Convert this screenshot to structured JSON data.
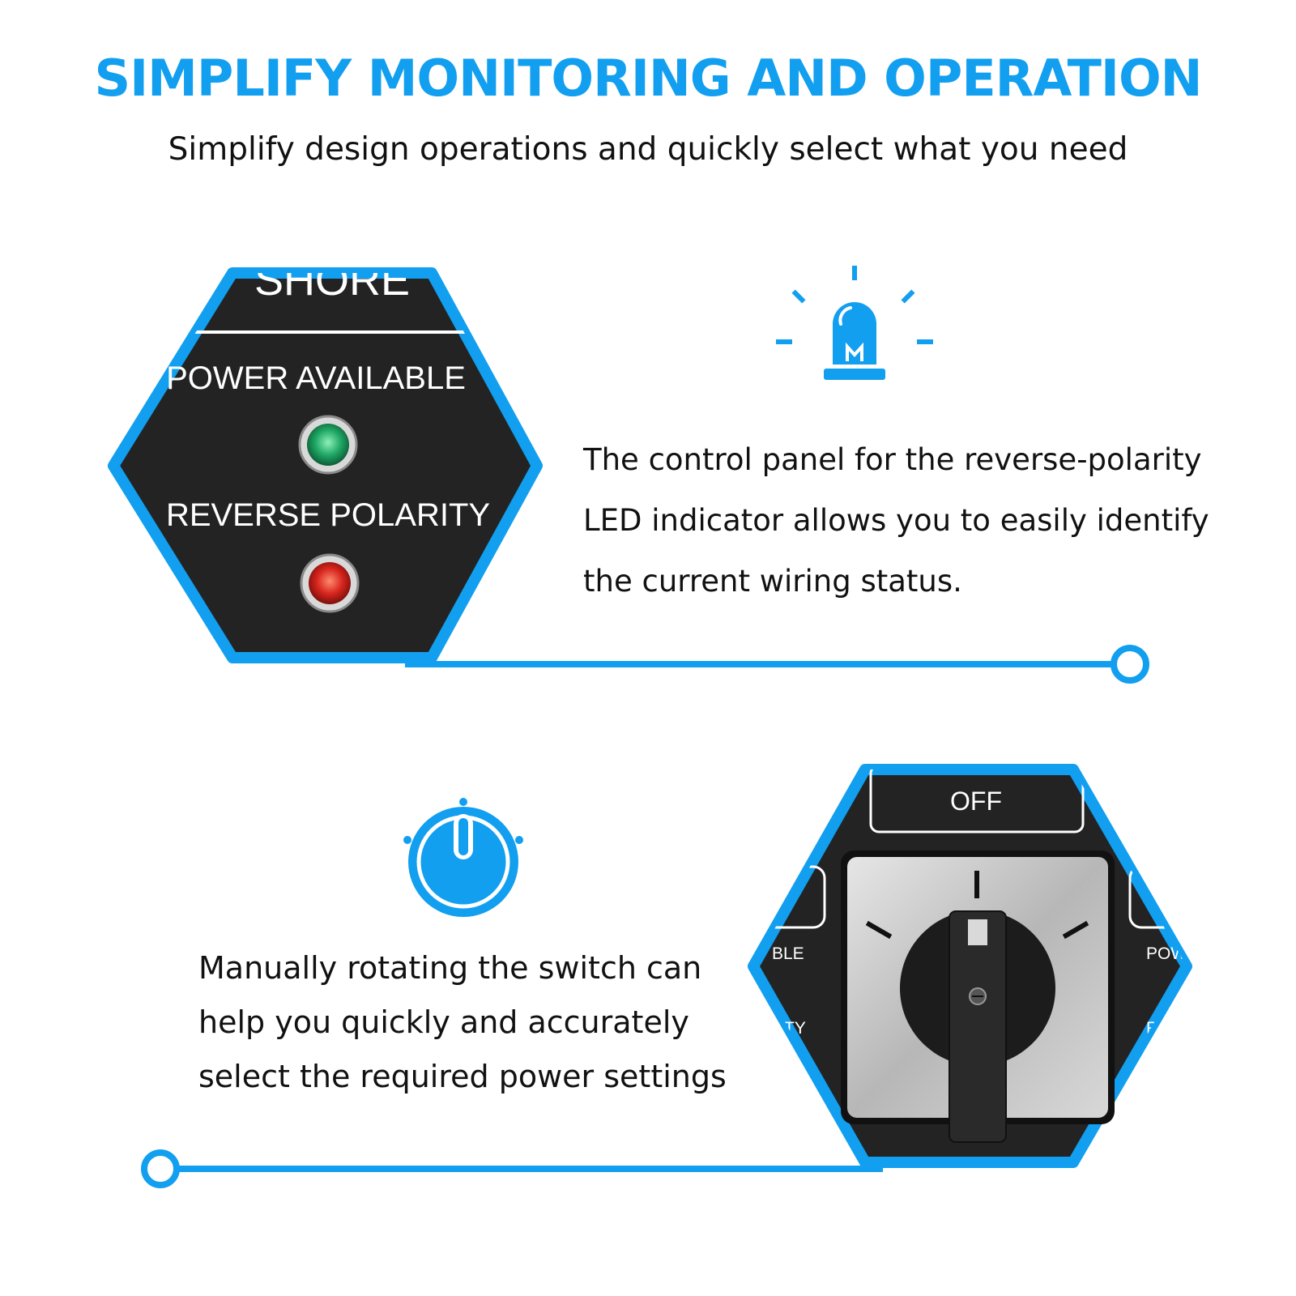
{
  "header": {
    "title": "SIMPLIFY MONITORING AND OPERATION",
    "subtitle": "Simplify design operations and quickly select what you need"
  },
  "panel1": {
    "top_label": "SHORE",
    "indicator1_label": "POWER AVAILABLE",
    "indicator2_label": "REVERSE POLARITY",
    "description_lines": [
      "The control panel for the reverse-polarity",
      "LED indicator allows you to easily identify",
      "the current wiring status."
    ]
  },
  "panel2": {
    "switch_label": "OFF",
    "left_label_top": "BLE",
    "left_label_bottom": "TY",
    "right_label_top": "POW",
    "right_label_bottom": "RE",
    "description_lines": [
      "Manually rotating the switch can",
      "help you quickly and accurately",
      "select the required power settings"
    ]
  },
  "icons": {
    "alarm": "alarm-light-icon",
    "power": "power-timer-icon"
  },
  "colors": {
    "accent": "#129ff0",
    "panel": "#232323",
    "green_led": "#1fa866",
    "red_led": "#d8261e"
  }
}
